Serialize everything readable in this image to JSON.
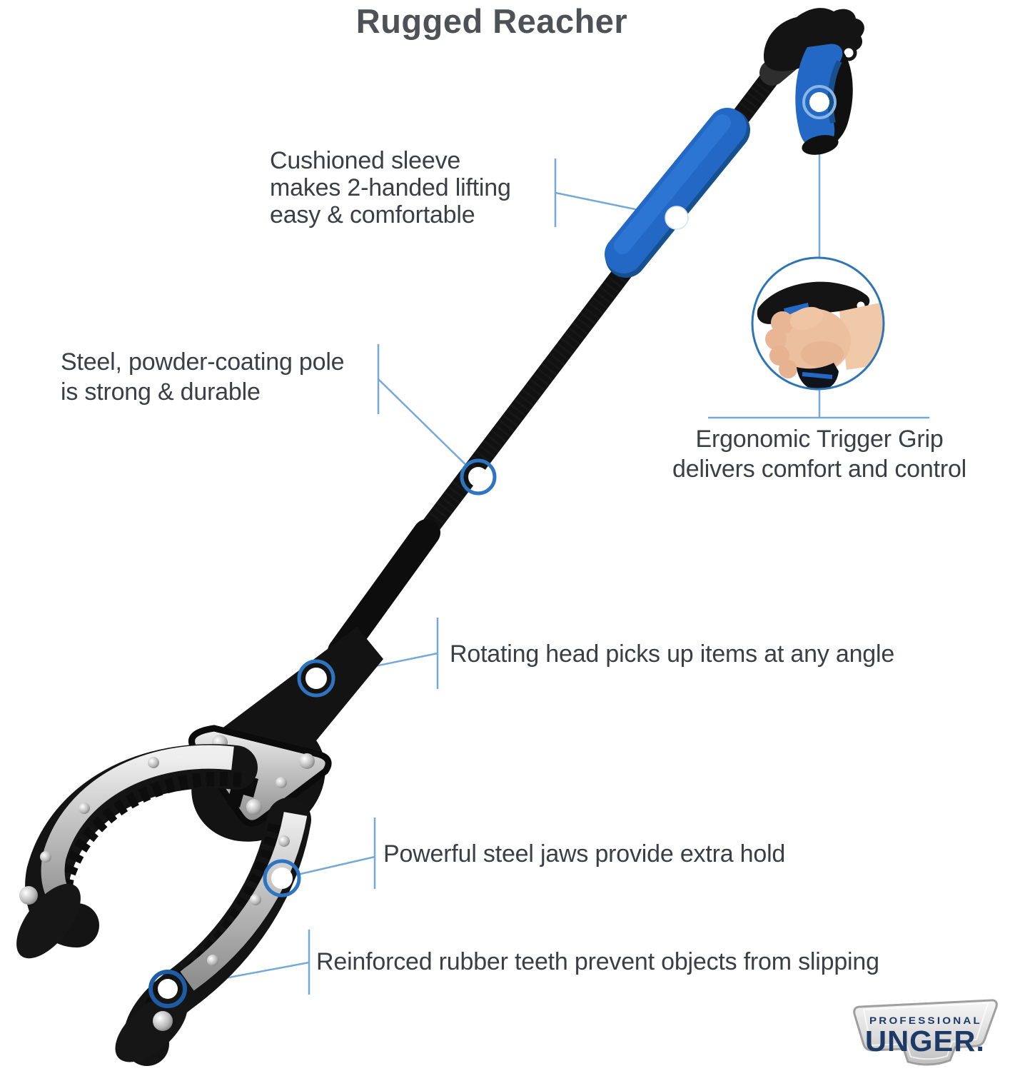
{
  "title": "Rugged Reacher",
  "callouts": {
    "sleeve": {
      "lines": [
        "Cushioned sleeve",
        "makes 2-handed lifting",
        "easy & comfortable"
      ]
    },
    "pole": {
      "lines": [
        "Steel, powder-coating pole",
        "is strong & durable"
      ]
    },
    "trigger": {
      "lines": [
        "Ergonomic Trigger Grip",
        "delivers comfort and control"
      ]
    },
    "head": {
      "text": "Rotating head picks up items at any angle"
    },
    "jaws": {
      "text": "Powerful steel jaws provide extra hold"
    },
    "teeth": {
      "text": "Reinforced rubber teeth prevent objects from slipping"
    }
  },
  "logo": {
    "brand_line": "PROFESSIONAL",
    "brand_name": "UNGER."
  },
  "colors": {
    "background": "#ffffff",
    "title_text": "#4e5156",
    "body_text": "#3b3e44",
    "callout_line_blue": "#76a9d8",
    "marker_ring_blue": "#2e74c0",
    "marker_ring_light": "#8ab6e2",
    "marker_ring_dark": "#1e5ca6",
    "product_blue": "#2268c4",
    "product_blue_dark": "#17508f",
    "pole_black": "#111111",
    "steel_silver": "#c9c9c9",
    "skin_tone": "#ecbf9f",
    "logo_navy": "#1d3a66"
  }
}
